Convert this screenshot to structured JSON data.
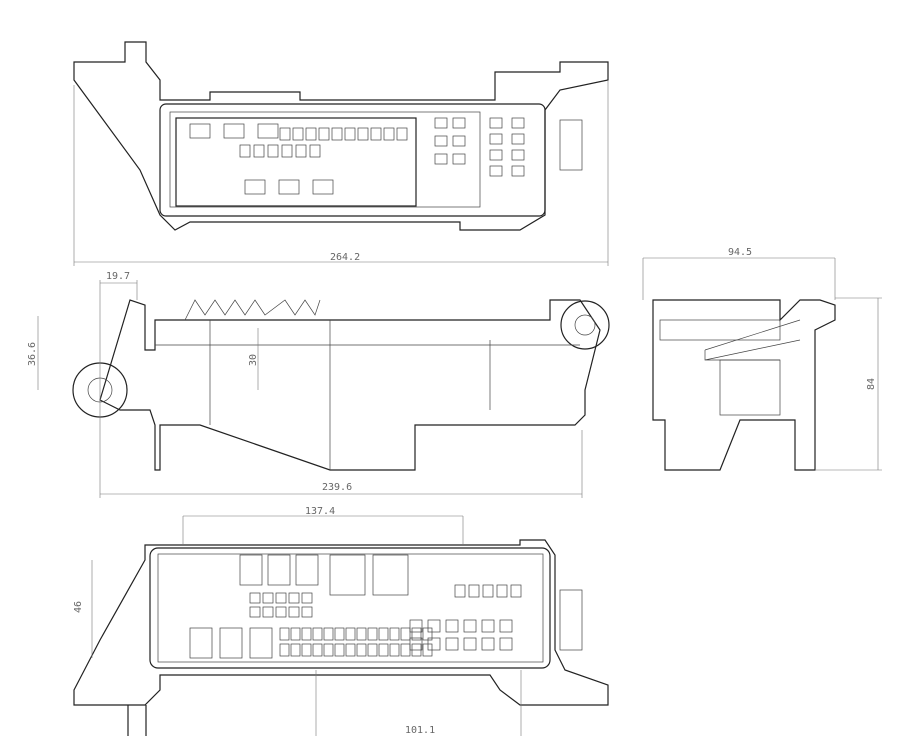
{
  "dimensions": {
    "top_view_width": "264.2",
    "side_offset": "19.7",
    "side_height": "36.6",
    "side_inner_height": "30",
    "side_width": "239.6",
    "end_width": "94.5",
    "end_height": "84",
    "bottom_inner_width": "137.4",
    "bottom_height": "46",
    "bottom_span": "101.1"
  }
}
